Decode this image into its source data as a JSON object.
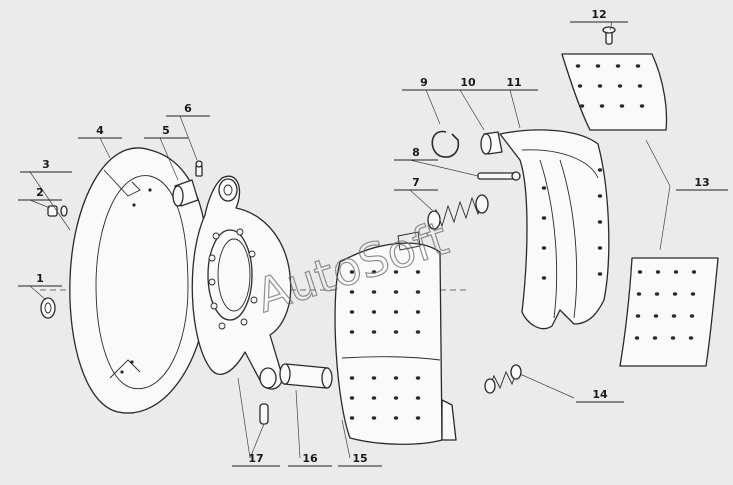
{
  "diagram": {
    "watermark": "AutoSoft",
    "callouts": [
      {
        "id": "1",
        "label": "1"
      },
      {
        "id": "2",
        "label": "2"
      },
      {
        "id": "3",
        "label": "3"
      },
      {
        "id": "4",
        "label": "4"
      },
      {
        "id": "5",
        "label": "5"
      },
      {
        "id": "6",
        "label": "6"
      },
      {
        "id": "7",
        "label": "7"
      },
      {
        "id": "8",
        "label": "8"
      },
      {
        "id": "9",
        "label": "9"
      },
      {
        "id": "10",
        "label": "10"
      },
      {
        "id": "11",
        "label": "11"
      },
      {
        "id": "12",
        "label": "12"
      },
      {
        "id": "13",
        "label": "13"
      },
      {
        "id": "14",
        "label": "14"
      },
      {
        "id": "15",
        "label": "15"
      },
      {
        "id": "16",
        "label": "16"
      },
      {
        "id": "17",
        "label": "17"
      }
    ]
  }
}
